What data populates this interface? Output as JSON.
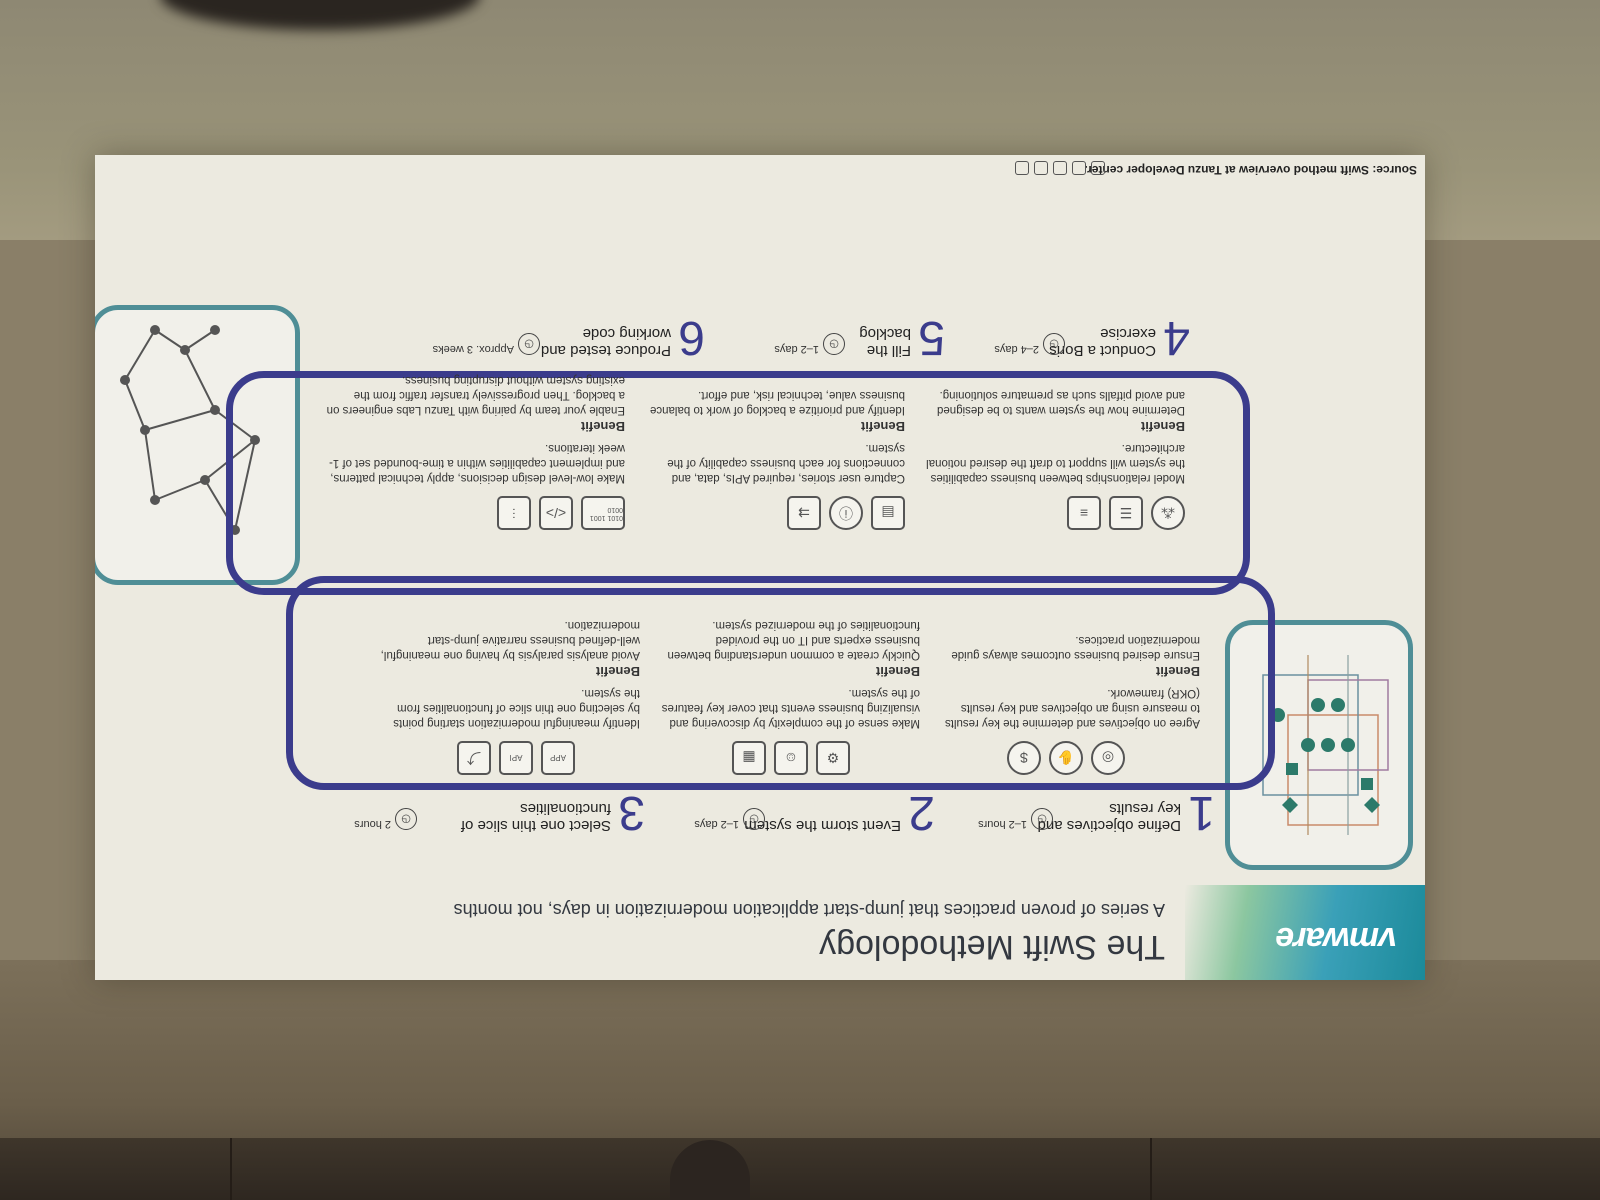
{
  "slide": {
    "logo": "vmware",
    "title": "The Swift Methodology",
    "subtitle": "A series of proven practices that jump-start application modernization in days, not months",
    "source": "Source: Swift method overview at Tanzu Developer center.",
    "steps": [
      {
        "num": "1",
        "name": "Define objectives and key results",
        "duration": "1–2 hours"
      },
      {
        "num": "2",
        "name": "Event storm the system",
        "duration": "1–2 days"
      },
      {
        "num": "3",
        "name": "Select one thin slice of functionalities",
        "duration": "2 hours"
      },
      {
        "num": "4",
        "name": "Conduct a Boris exercise",
        "duration": "2–4 days"
      },
      {
        "num": "5",
        "name": "Fill the backlog",
        "duration": "1–2 days"
      },
      {
        "num": "6",
        "name": "Produce tested and working code",
        "duration": "Approx. 3 weeks"
      }
    ],
    "columns": [
      {
        "desc": "Agree on objectives and determine the key results to measure using an objectives and key results (OKR) framework.",
        "benefit_label": "Benefit",
        "benefit": "Ensure desired business outcomes always guide modernization practices."
      },
      {
        "desc": "Make sense of the complexity by discovering and visualizing business events that cover key features of the system.",
        "benefit_label": "Benefit",
        "benefit": "Quickly create a common understanding between business experts and IT on the provided functionalities of the modernized system."
      },
      {
        "desc": "Identify meaningful modernization starting points by selecting one thin slice of functionalities from the system.",
        "benefit_label": "Benefit",
        "benefit": "Avoid analysis paralysis by having one meaningful, well-defined business narrative jump-start modernization."
      },
      {
        "desc": "Model relationships between business capabilities the system will support to draft the desired notional architecture.",
        "benefit_label": "Benefit",
        "benefit": "Determine how the system wants to be designed and avoid pitfalls such as premature solutioning."
      },
      {
        "desc": "Capture user stories, required APIs, data, and connections for each business capability of the system.",
        "benefit_label": "Benefit",
        "benefit": "Identify and prioritize a backlog of work to balance business value, technical risk, and effort."
      },
      {
        "desc": "Make low-level design decisions, apply technical patterns, and implement capabilities within a time-bounded set of 1-week iterations.",
        "benefit_label": "Benefit",
        "benefit": "Enable your team by pairing with Tanzu Labs engineers on a backlog. Then progressively transfer traffic from the existing system without disrupting business."
      }
    ],
    "icon_labels": [
      "APP",
      "API",
      "0101 1001 0010"
    ]
  }
}
